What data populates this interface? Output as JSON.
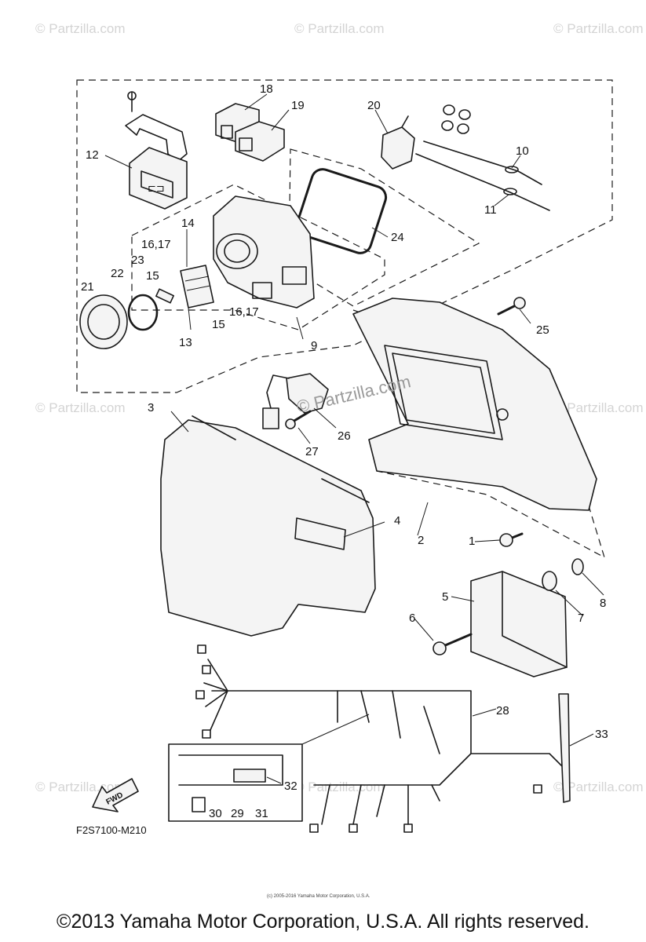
{
  "watermarks": {
    "brand": "© Partzilla.com",
    "center": "© Partzilla.com"
  },
  "callouts": {
    "c1": "1",
    "c2": "2",
    "c3": "3",
    "c4": "4",
    "c5": "5",
    "c6": "6",
    "c7": "7",
    "c8": "8",
    "c9": "9",
    "c10": "10",
    "c11": "11",
    "c12": "12",
    "c13": "13",
    "c14": "14",
    "c15a": "15",
    "c15b": "15",
    "c16a": "16,17",
    "c16b": "16,17",
    "c18": "18",
    "c19": "19",
    "c20": "20",
    "c21": "21",
    "c22": "22",
    "c23": "23",
    "c24": "24",
    "c25": "25",
    "c26": "26",
    "c27": "27",
    "c28": "28",
    "c29": "29",
    "c30": "30",
    "c31": "31",
    "c32": "32",
    "c33": "33"
  },
  "direction_label": "FWD",
  "diagram_code": "F2S7100-M210",
  "fine_print": "(c) 2005-2016 Yamaha Motor Corporation, U.S.A.",
  "copyright": "©2013 Yamaha Motor Corporation, U.S.A. All rights reserved."
}
